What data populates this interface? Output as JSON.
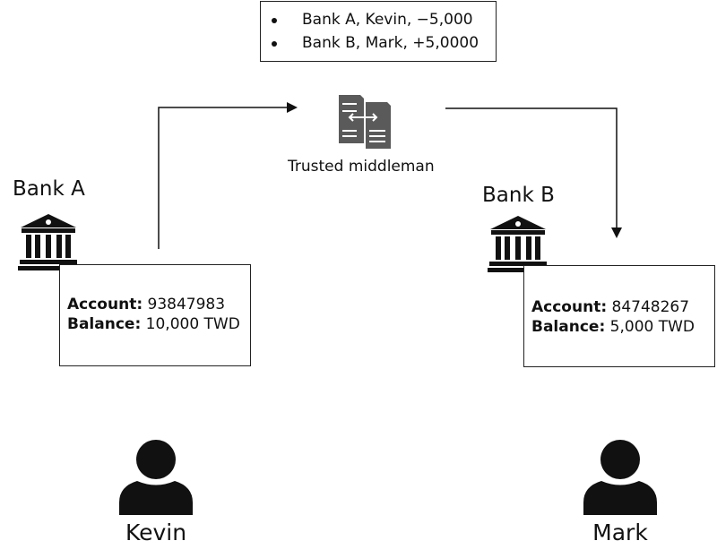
{
  "ledger": {
    "entries": [
      "Bank A, Kevin, −5,000",
      "Bank B, Mark, +5,0000"
    ]
  },
  "middleman": {
    "label": "Trusted middleman"
  },
  "bank_a": {
    "label": "Bank A",
    "account_label": "Account:",
    "account_value": " 93847983",
    "balance_label": "Balance:",
    "balance_value": " 10,000 TWD"
  },
  "bank_b": {
    "label": "Bank B",
    "account_label": "Account:",
    "account_value": " 84748267",
    "balance_label": "Balance:",
    "balance_value": " 5,000 TWD"
  },
  "people": {
    "left": "Kevin",
    "right": "Mark"
  },
  "colors": {
    "icon": "#111111",
    "server": "#5a5a5a",
    "line": "#111111"
  }
}
